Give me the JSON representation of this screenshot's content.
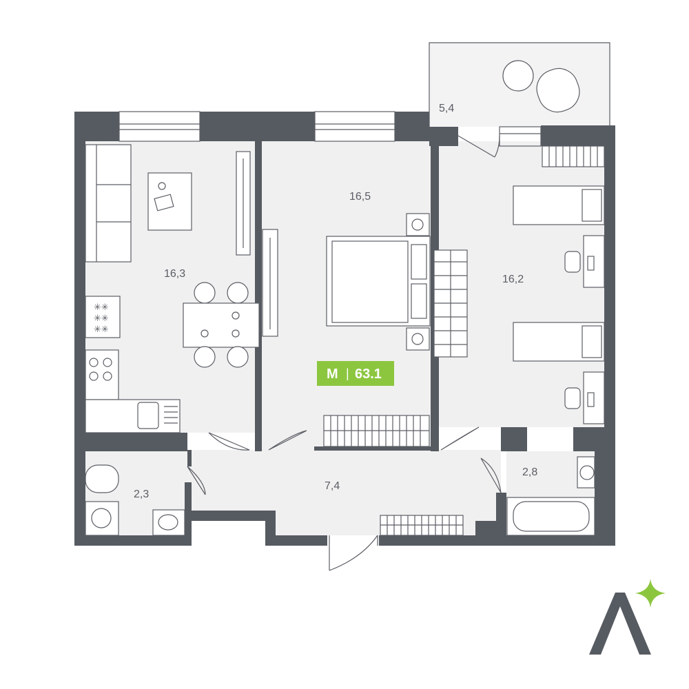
{
  "rooms": [
    {
      "id": "living-kitchen",
      "area": "16,3"
    },
    {
      "id": "bedroom",
      "area": "16,5"
    },
    {
      "id": "children-room",
      "area": "16,2"
    },
    {
      "id": "balcony",
      "area": "5,4"
    },
    {
      "id": "hallway",
      "area": "7,4"
    },
    {
      "id": "toilet",
      "area": "2,3"
    },
    {
      "id": "bathroom",
      "area": "2,8"
    }
  ],
  "badge": {
    "prefix": "М",
    "separator": "|",
    "total_area": "63.1"
  },
  "colors": {
    "wall": "#565a61",
    "floor": "#f0f0f0",
    "accent": "#8cc63f",
    "line": "#5a5d64"
  },
  "logo": {
    "icon": "a-plus-logo-icon"
  }
}
